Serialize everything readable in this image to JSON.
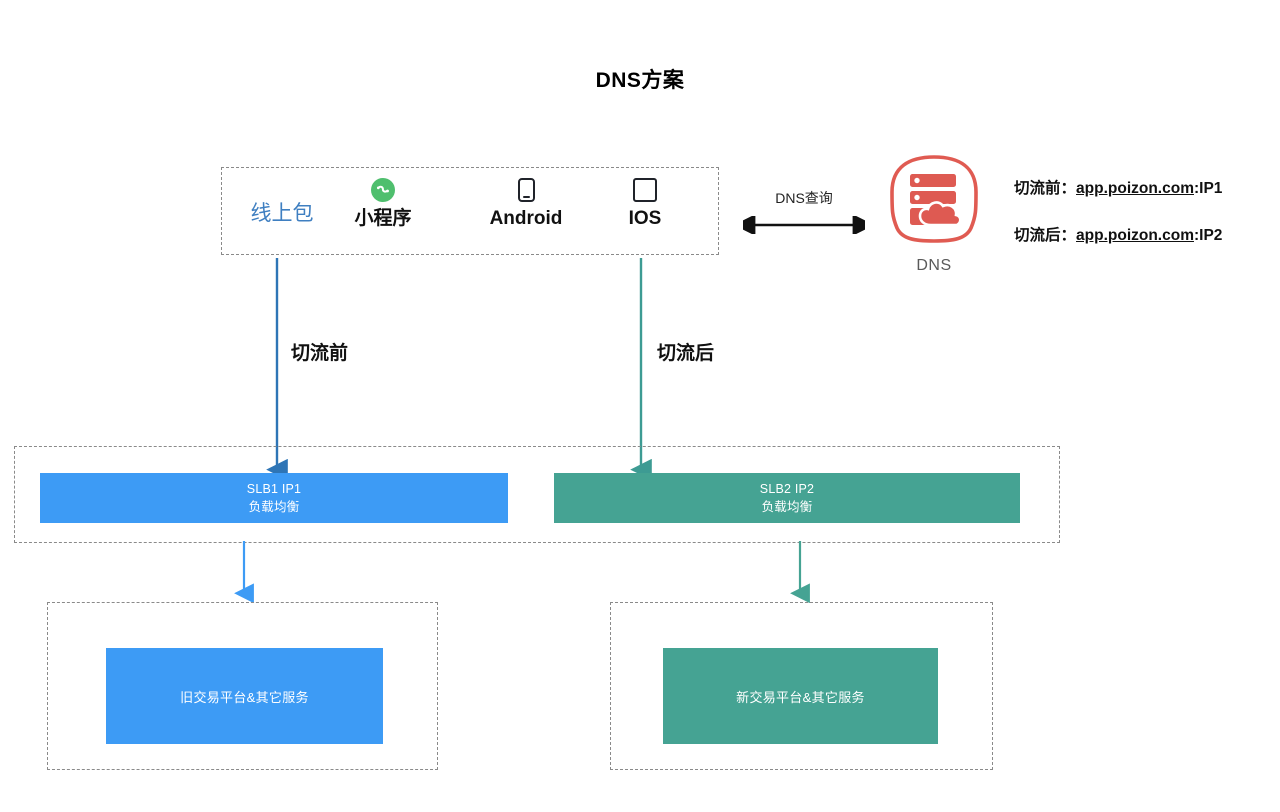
{
  "title": "DNS方案",
  "colors": {
    "blue": "#3d9bf5",
    "teal": "#45a393",
    "arrow_blue": "#2e75b6",
    "arrow_teal": "#3d9b93",
    "dns_red": "#e05b52",
    "online_pkg_text": "#3f7fc1",
    "dashed_border": "#8a8a8a"
  },
  "client_box": {
    "items": [
      {
        "label": "线上包",
        "icon": "none",
        "kind": "text-only"
      },
      {
        "label": "小程序",
        "icon": "mini-program-icon",
        "kind": "platform"
      },
      {
        "label": "Android",
        "icon": "android-phone-icon",
        "kind": "platform"
      },
      {
        "label": "IOS",
        "icon": "ios-tablet-icon",
        "kind": "platform"
      }
    ]
  },
  "dns": {
    "query_label": "DNS查询",
    "query_arrow": "double-headed-arrow",
    "node_caption": "DNS",
    "node_icon": "dns-server-cloud-icon"
  },
  "mappings": [
    {
      "prefix": "切流前：",
      "host": "app.poizon.com",
      "suffix": ":IP1"
    },
    {
      "prefix": "切流后：",
      "host": "app.poizon.com",
      "suffix": ":IP2"
    }
  ],
  "flows": [
    {
      "label": "切流前",
      "color": "#2e75b6"
    },
    {
      "label": "切流后",
      "color": "#3d9b93"
    }
  ],
  "slb": [
    {
      "line1": "SLB1 IP1",
      "line2": "负载均衡",
      "color": "#3d9bf5"
    },
    {
      "line1": "SLB2 IP2",
      "line2": "负载均衡",
      "color": "#45a393"
    }
  ],
  "services": [
    {
      "label": "旧交易平台&其它服务",
      "color": "#3d9bf5"
    },
    {
      "label": "新交易平台&其它服务",
      "color": "#45a393"
    }
  ]
}
